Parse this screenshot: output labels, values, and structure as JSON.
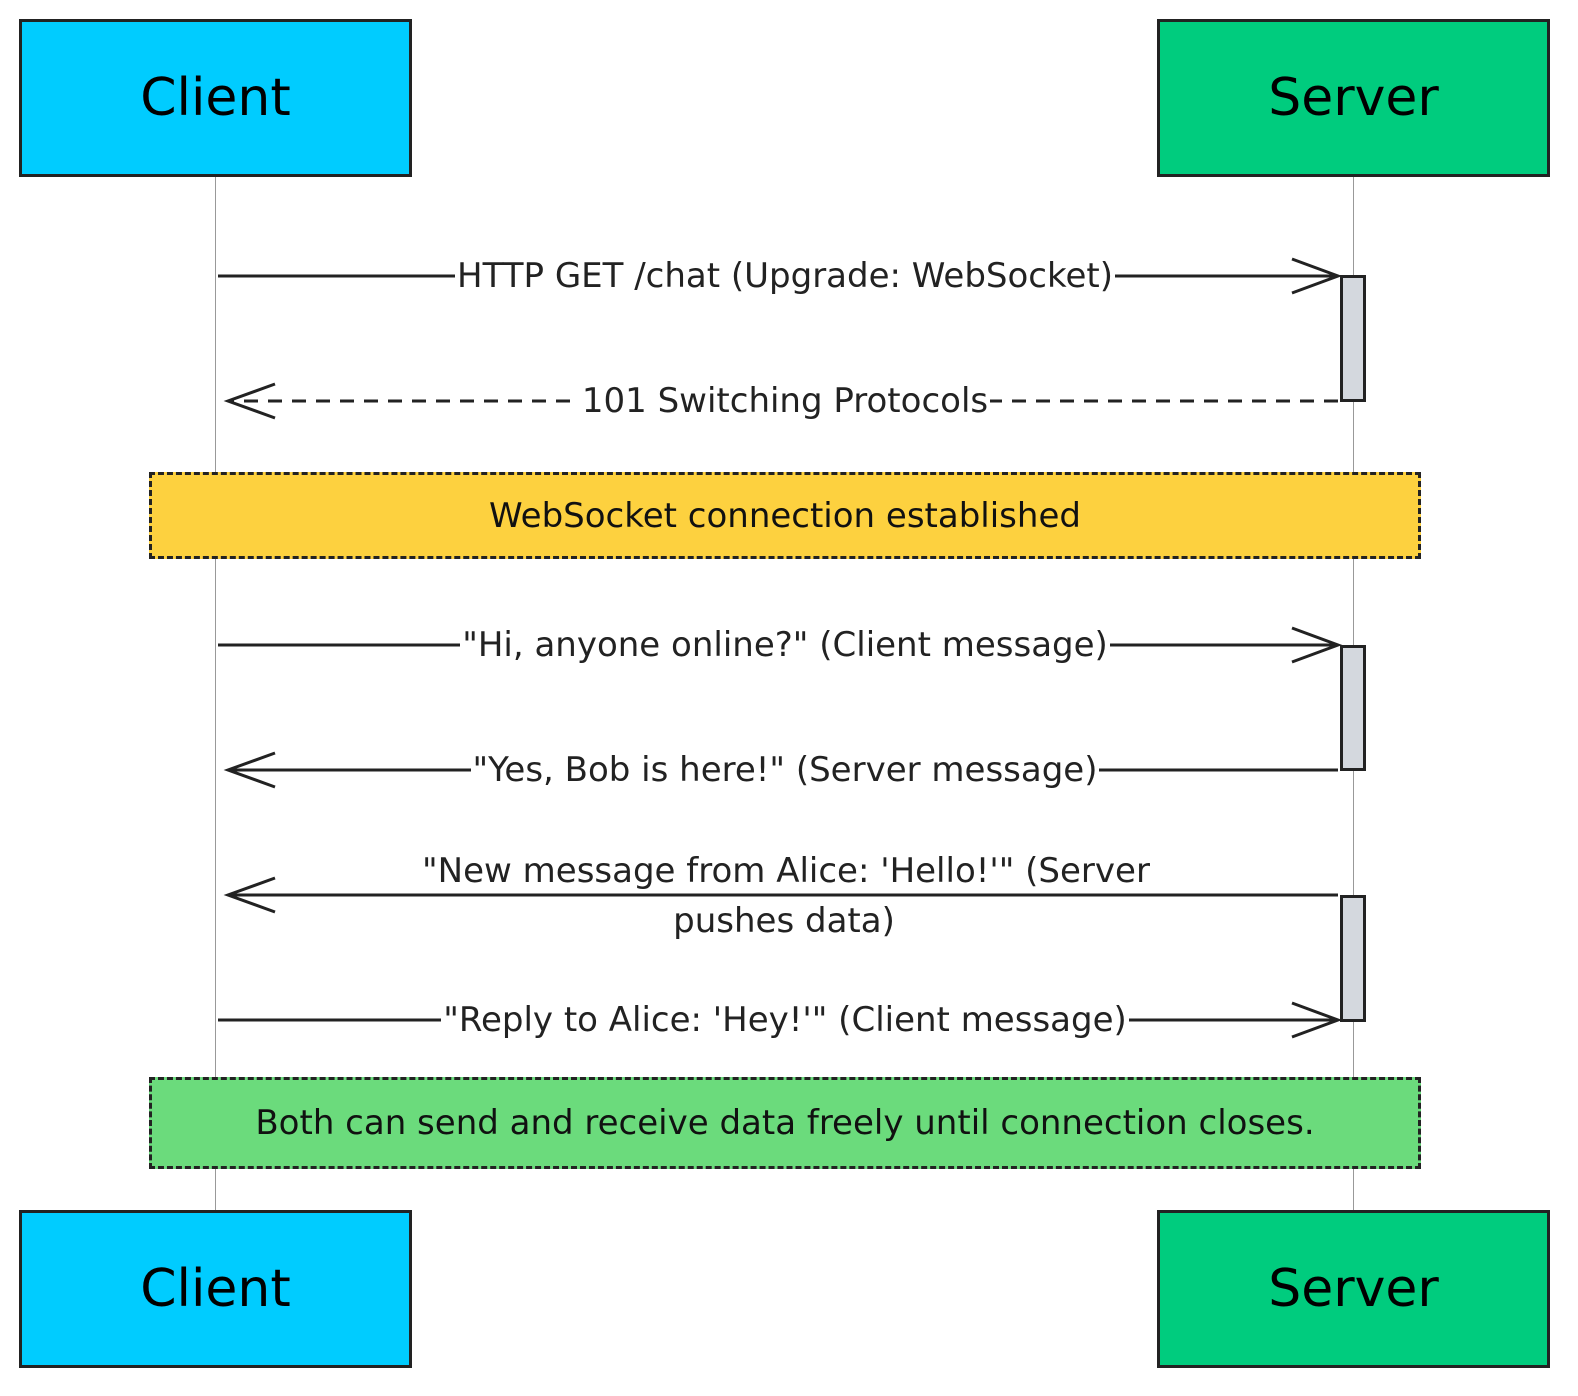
{
  "actors": {
    "client": {
      "label": "Client",
      "color": "#00ccff"
    },
    "server": {
      "label": "Server",
      "color": "#00cc7e"
    }
  },
  "messages": [
    {
      "label": "HTTP GET /chat (Upgrade: WebSocket)",
      "from": "client",
      "to": "server",
      "style": "solid"
    },
    {
      "label": "101 Switching Protocols",
      "from": "server",
      "to": "client",
      "style": "dashed"
    },
    {
      "label": "\"Hi, anyone online?\" (Client message)",
      "from": "client",
      "to": "server",
      "style": "solid"
    },
    {
      "label": "\"Yes, Bob is here!\" (Server message)",
      "from": "server",
      "to": "client",
      "style": "solid"
    },
    {
      "label": "\"New message from Alice: 'Hello!'\" (Server pushes data)",
      "from": "server",
      "to": "client",
      "style": "solid"
    },
    {
      "label": "\"Reply to Alice: 'Hey!'\" (Client message)",
      "from": "client",
      "to": "server",
      "style": "solid"
    }
  ],
  "notes": [
    {
      "text": "WebSocket connection established",
      "color": "#fdd13f"
    },
    {
      "text": "Both can send and receive data freely until connection closes.",
      "color": "#6bdb7c"
    }
  ]
}
